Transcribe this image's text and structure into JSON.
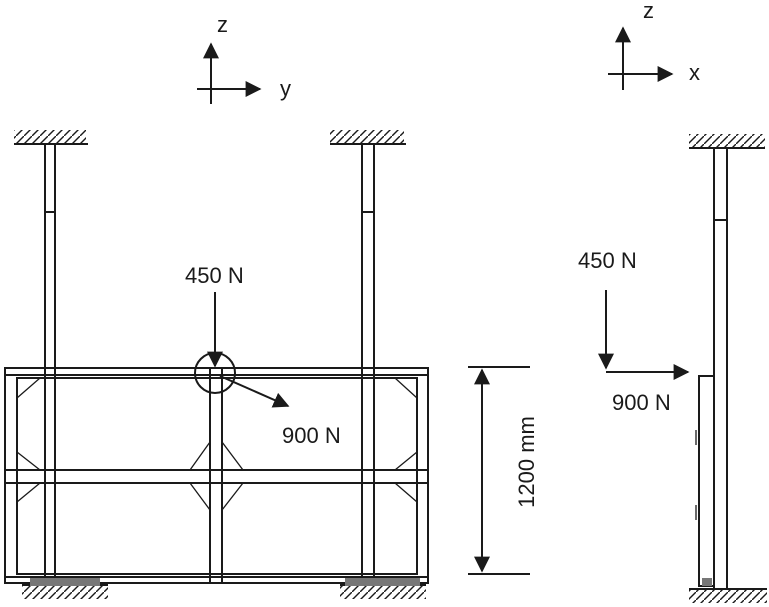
{
  "front_view": {
    "axis_z": "z",
    "axis_y": "y",
    "load_vertical": "450 N",
    "load_lateral": "900 N",
    "dimension": "1200 mm"
  },
  "side_view": {
    "axis_z": "z",
    "axis_x": "x",
    "load_vertical": "450 N",
    "load_lateral": "900 N"
  },
  "colors": {
    "ink": "#1a1a1a",
    "paper": "#ffffff"
  }
}
